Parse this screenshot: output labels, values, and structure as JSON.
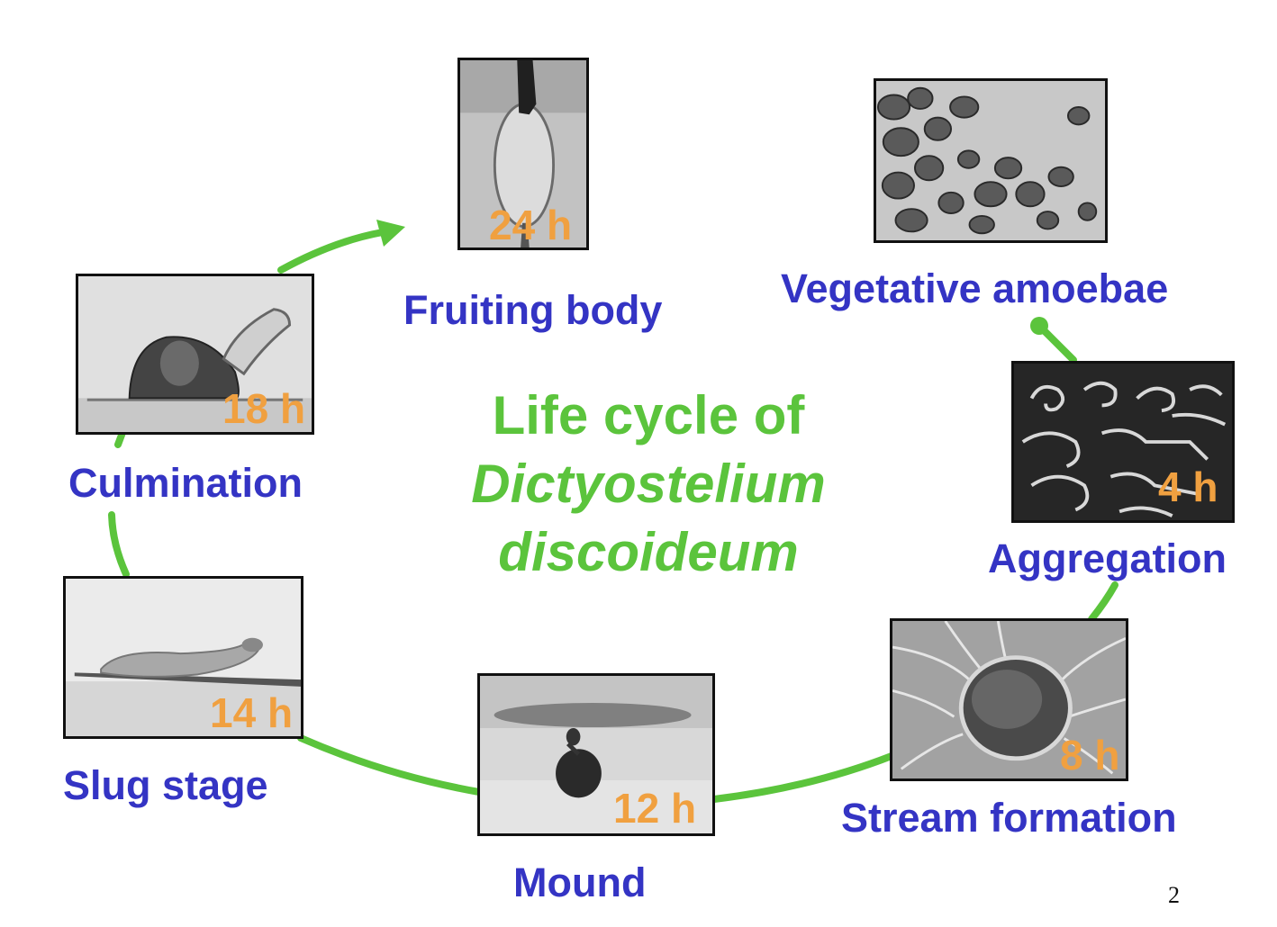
{
  "title": {
    "line1": "Life cycle of",
    "line2": "Dictyostelium",
    "line3": "discoideum"
  },
  "stages": {
    "fruiting_body": {
      "label": "Fruiting body",
      "time": "24 h"
    },
    "vegetative": {
      "label": "Vegetative amoebae"
    },
    "aggregation": {
      "label": "Aggregation",
      "time": "4 h"
    },
    "stream": {
      "label": "Stream formation",
      "time": "8 h"
    },
    "mound": {
      "label": "Mound",
      "time": "12 h"
    },
    "slug": {
      "label": "Slug stage",
      "time": "14 h"
    },
    "culmination": {
      "label": "Culmination",
      "time": "18 h"
    }
  },
  "page_number": "2",
  "colors": {
    "cycle_arrow": "#5bc43c",
    "stage_label": "#3434c4",
    "time_label": "#f0a040",
    "title": "#5bc43c"
  }
}
